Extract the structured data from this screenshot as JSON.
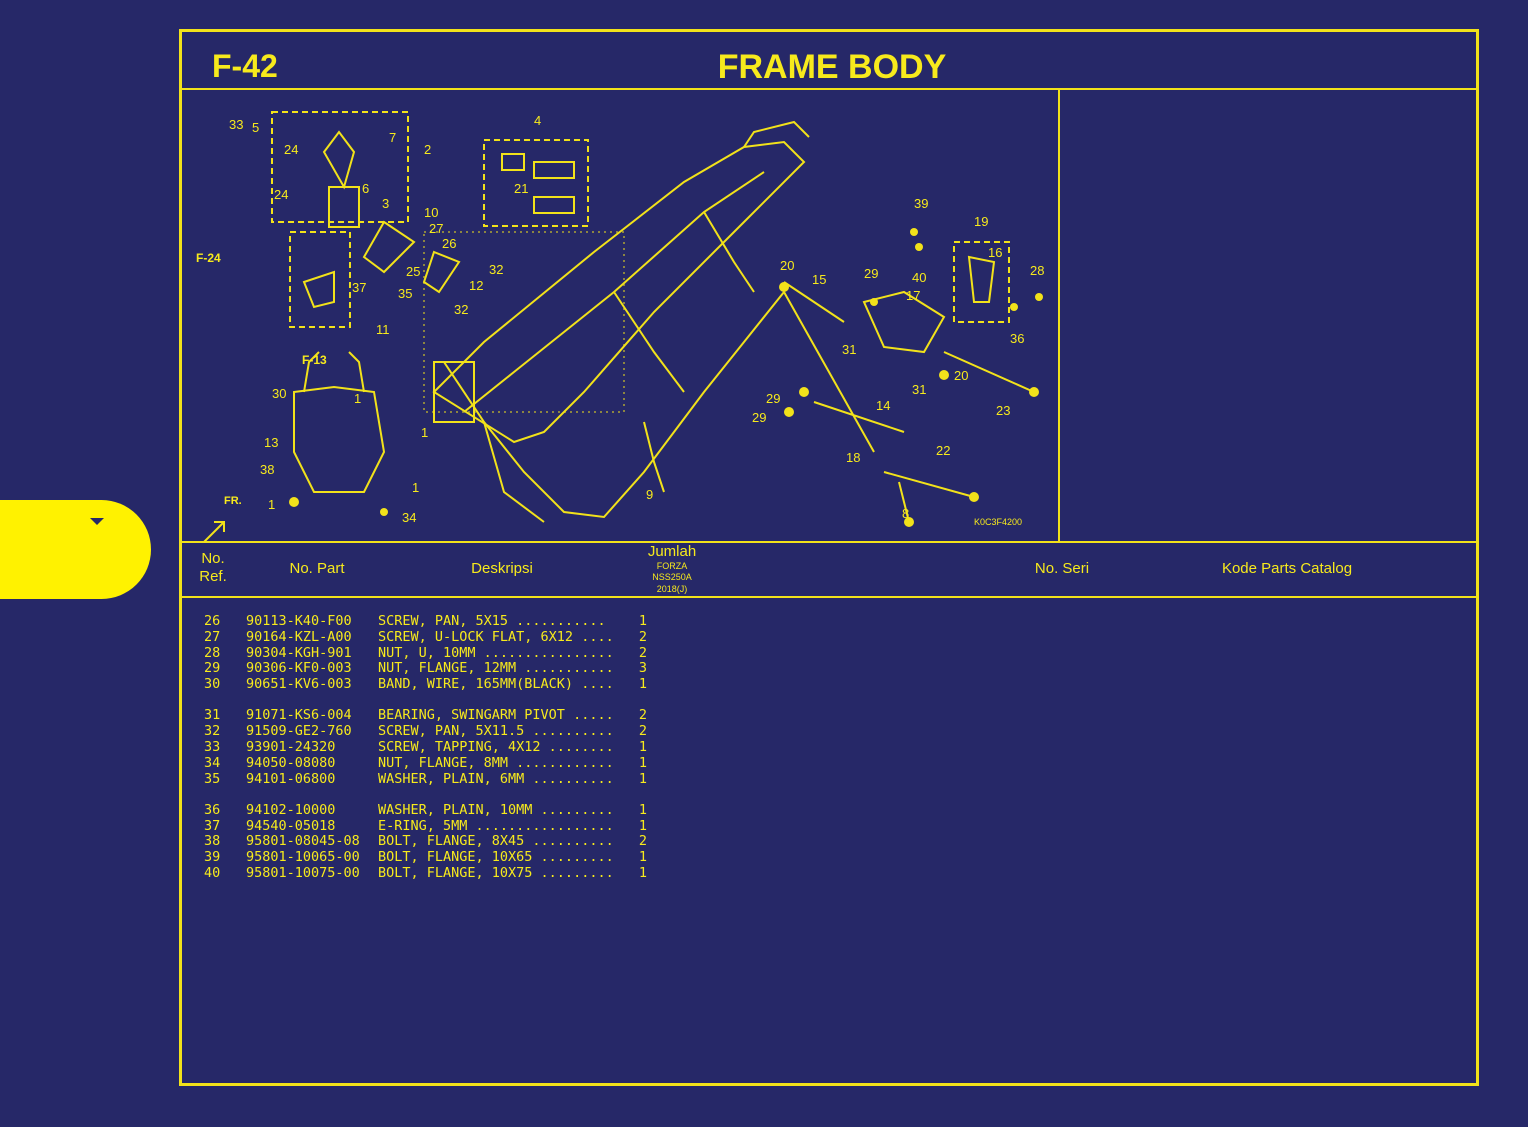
{
  "header": {
    "page_code": "F-42",
    "title": "FRAME BODY"
  },
  "diagram": {
    "image_code": "K0C3F4200",
    "refs": {
      "front": "FR.",
      "f24": "F-24",
      "f13": "F-13"
    },
    "callouts": [
      "1",
      "2",
      "3",
      "4",
      "5",
      "6",
      "7",
      "8",
      "9",
      "10",
      "11",
      "12",
      "13",
      "14",
      "15",
      "16",
      "17",
      "18",
      "19",
      "20",
      "21",
      "22",
      "23",
      "24",
      "25",
      "26",
      "27",
      "28",
      "29",
      "30",
      "31",
      "32",
      "33",
      "34",
      "35",
      "36",
      "37",
      "38",
      "39",
      "40"
    ]
  },
  "table": {
    "headers": {
      "ref": "No. Ref.",
      "part": "No. Part",
      "desc": "Deskripsi",
      "qty": "Jumlah",
      "qty_model": "FORZA",
      "qty_type": "NSS250A",
      "qty_year": "2018(J)",
      "serial": "No. Seri",
      "catalog": "Kode Parts Catalog"
    },
    "groups": [
      [
        {
          "ref": "26",
          "part": "90113-K40-F00",
          "desc": "SCREW, PAN, 5X15 ...........",
          "qty": "1"
        },
        {
          "ref": "27",
          "part": "90164-KZL-A00",
          "desc": "SCREW, U-LOCK FLAT, 6X12 ....",
          "qty": "2"
        },
        {
          "ref": "28",
          "part": "90304-KGH-901",
          "desc": "NUT, U, 10MM ................",
          "qty": "2"
        },
        {
          "ref": "29",
          "part": "90306-KF0-003",
          "desc": "NUT, FLANGE, 12MM ...........",
          "qty": "3"
        },
        {
          "ref": "30",
          "part": "90651-KV6-003",
          "desc": "BAND, WIRE, 165MM(BLACK) ....",
          "qty": "1"
        }
      ],
      [
        {
          "ref": "31",
          "part": "91071-KS6-004",
          "desc": "BEARING, SWINGARM PIVOT .....",
          "qty": "2"
        },
        {
          "ref": "32",
          "part": "91509-GE2-760",
          "desc": "SCREW, PAN, 5X11.5 ..........",
          "qty": "2"
        },
        {
          "ref": "33",
          "part": "93901-24320",
          "desc": "SCREW, TAPPING, 4X12 ........",
          "qty": "1"
        },
        {
          "ref": "34",
          "part": "94050-08080",
          "desc": "NUT, FLANGE, 8MM ............",
          "qty": "1"
        },
        {
          "ref": "35",
          "part": "94101-06800",
          "desc": "WASHER, PLAIN, 6MM ..........",
          "qty": "1"
        }
      ],
      [
        {
          "ref": "36",
          "part": "94102-10000",
          "desc": "WASHER, PLAIN, 10MM .........",
          "qty": "1"
        },
        {
          "ref": "37",
          "part": "94540-05018",
          "desc": "E-RING, 5MM .................",
          "qty": "1"
        },
        {
          "ref": "38",
          "part": "95801-08045-08",
          "desc": "BOLT, FLANGE, 8X45 ..........",
          "qty": "2"
        },
        {
          "ref": "39",
          "part": "95801-10065-00",
          "desc": "BOLT, FLANGE, 10X65 .........",
          "qty": "1"
        },
        {
          "ref": "40",
          "part": "95801-10075-00",
          "desc": "BOLT, FLANGE, 10X75 .........",
          "qty": "1"
        }
      ]
    ]
  }
}
